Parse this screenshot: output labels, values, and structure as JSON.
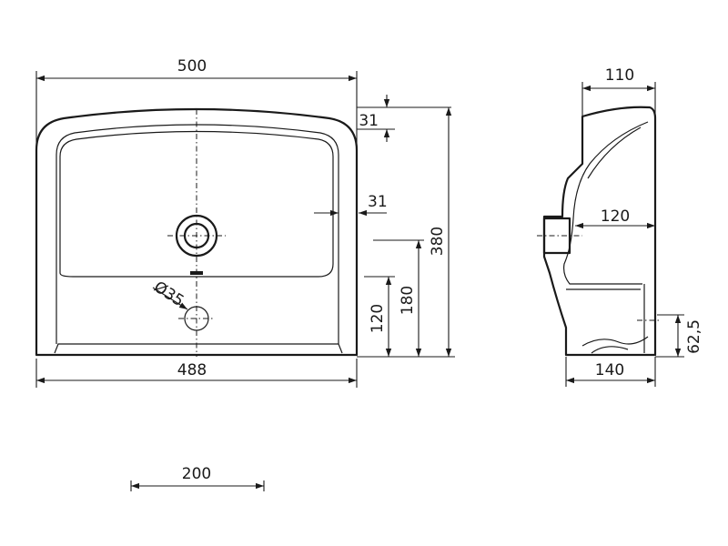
{
  "front_view": {
    "width_top": "500",
    "width_bottom": "488",
    "rim_top": "31",
    "rim_side": "31",
    "height_total": "380",
    "height_tap": "180",
    "height_drain": "120",
    "hole_diameter": "Ø35"
  },
  "side_view": {
    "depth_top": "110",
    "depth_bowl": "120",
    "depth_base": "140",
    "drain_height": "62,5"
  },
  "scale_bar": {
    "label": "200"
  }
}
